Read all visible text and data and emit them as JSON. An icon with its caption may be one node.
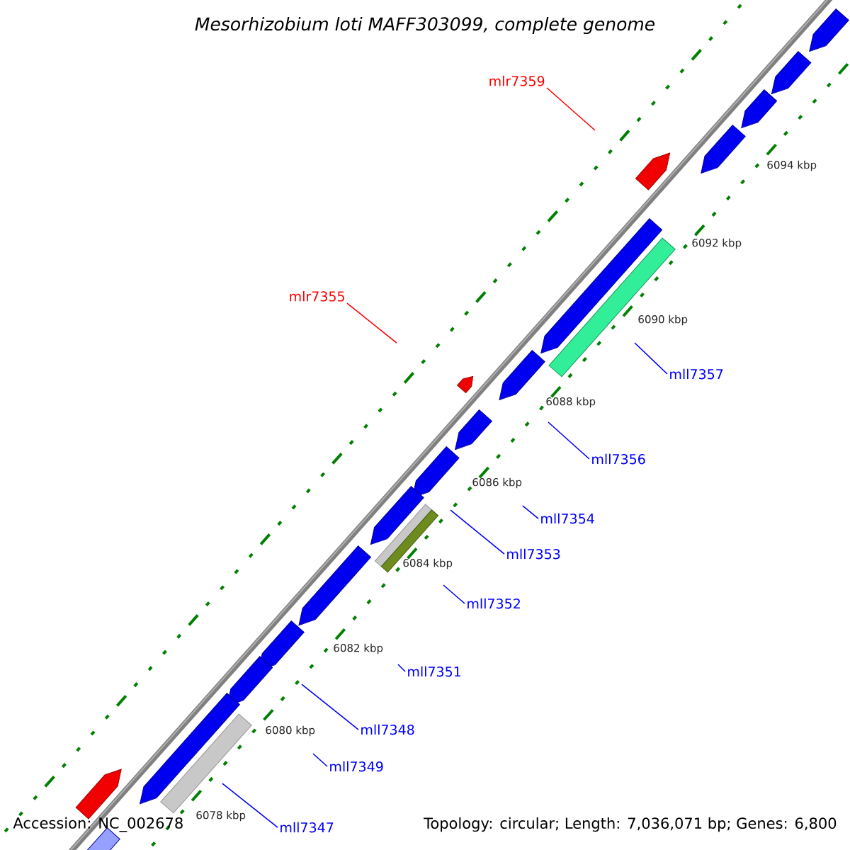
{
  "diagram": {
    "title": "Mesorhizobium loti MAFF303099, complete genome",
    "nodes": [
      {
        "text": [
          "mlr7359"
        ]
      },
      {
        "text": [
          "mlr7355"
        ]
      },
      {
        "text": [
          "mll7357"
        ]
      },
      {
        "text": [
          "mll7356"
        ]
      },
      {
        "text": [
          "mll7354"
        ]
      },
      {
        "text": [
          "mll7353"
        ]
      },
      {
        "text": [
          "mll7352"
        ]
      },
      {
        "text": [
          "mll7351"
        ]
      },
      {
        "text": [
          "mll7348"
        ]
      },
      {
        "text": [
          "mll7349"
        ]
      },
      {
        "text": [
          "mll7347"
        ]
      }
    ],
    "edges": [
      {
        "from": 0,
        "to": null,
        "arrow": "none",
        "color": "#ff0000"
      },
      {
        "from": 1,
        "to": null,
        "arrow": "none",
        "color": "#ff0000"
      },
      {
        "from": 2,
        "to": null,
        "arrow": "none"
      },
      {
        "from": 3,
        "to": null,
        "arrow": "none"
      },
      {
        "from": 4,
        "to": null,
        "arrow": "none"
      },
      {
        "from": 5,
        "to": null,
        "arrow": "none"
      },
      {
        "from": 6,
        "to": null,
        "arrow": "none"
      },
      {
        "from": 7,
        "to": null,
        "arrow": "none"
      },
      {
        "from": 8,
        "to": null,
        "arrow": "none"
      },
      {
        "from": 9,
        "to": null,
        "arrow": "none"
      },
      {
        "from": 10,
        "to": null,
        "arrow": "none"
      }
    ],
    "labels": [
      "6094 kbp",
      "6092 kbp",
      "6090 kbp",
      "6088 kbp",
      "6086 kbp",
      "6084 kbp",
      "6082 kbp",
      "6080 kbp",
      "6078 kbp",
      "Accession: NC_002678",
      "Topology: circular; Length: 7,036,071 bp; Genes: 6,800"
    ]
  }
}
